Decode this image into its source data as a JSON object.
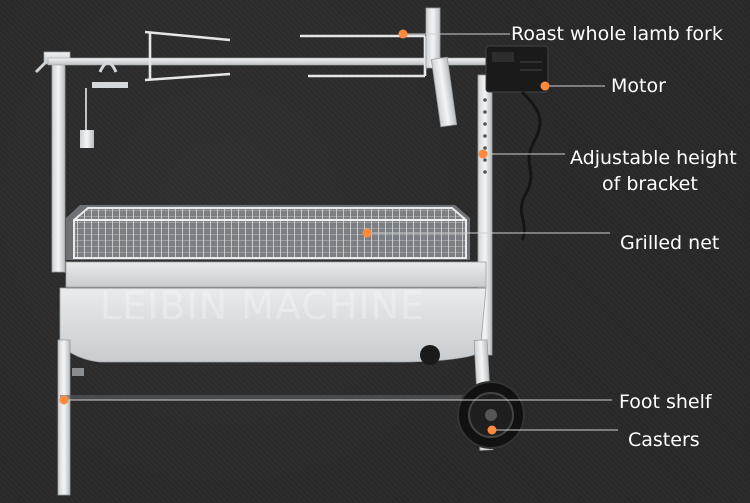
{
  "labels": {
    "fork": "Roast whole lamb fork",
    "motor": "Motor",
    "height": "Adjustable height",
    "height2": "of bracket",
    "net": "Grilled net",
    "foot": "Foot shelf",
    "casters": "Casters"
  },
  "watermark": "LEIBIN MACHINE",
  "colors": {
    "background": "#2a2a2a",
    "leader": "#ff8a3d",
    "steel": "#d6d8da"
  }
}
